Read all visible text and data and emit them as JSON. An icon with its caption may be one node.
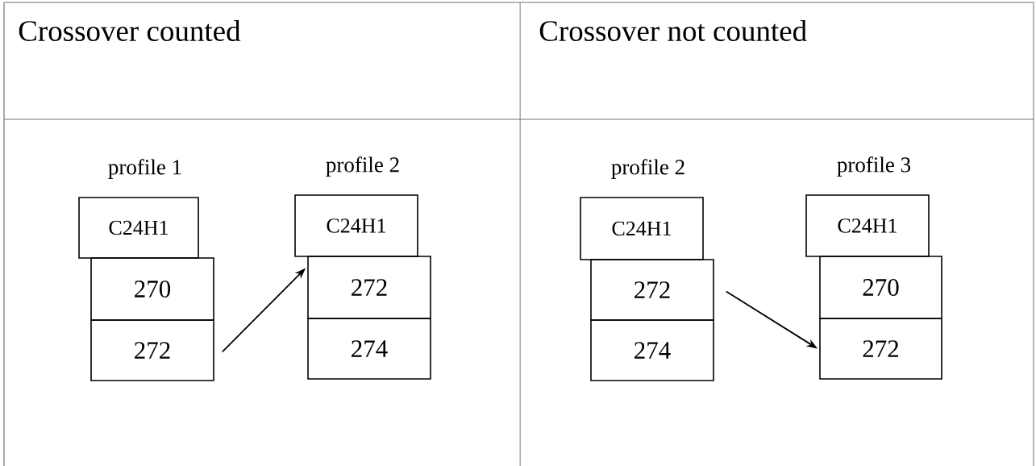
{
  "diagram": {
    "nodes": [
      {
        "text": [
          "C24H1"
        ],
        "beside": [
          "profile 1"
        ]
      },
      {
        "text": [
          "270"
        ]
      },
      {
        "text": [
          "272"
        ]
      },
      {
        "text": [
          "C24H1"
        ],
        "beside": [
          "profile 2"
        ]
      },
      {
        "text": [
          "272"
        ]
      },
      {
        "text": [
          "274"
        ]
      },
      {
        "text": [
          "C24H1"
        ],
        "beside": [
          "profile 2"
        ]
      },
      {
        "text": [
          "272"
        ]
      },
      {
        "text": [
          "274"
        ]
      },
      {
        "text": [
          "C24H1"
        ],
        "beside": [
          "profile 3"
        ]
      },
      {
        "text": [
          "270"
        ]
      },
      {
        "text": [
          "272"
        ]
      }
    ],
    "edges": [
      {
        "from": 2,
        "to": 4,
        "arrow": "to"
      },
      {
        "from": 7,
        "to": 11,
        "arrow": "to"
      }
    ],
    "labels": [
      "Crossover counted",
      "Crossover not counted"
    ]
  }
}
